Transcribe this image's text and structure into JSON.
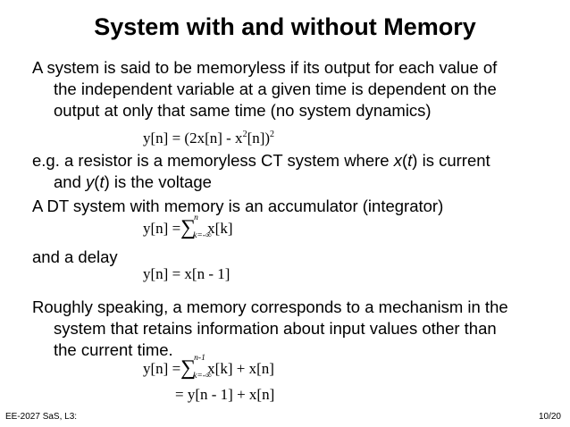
{
  "slide": {
    "title": "System with and without Memory",
    "para1": {
      "lines": [
        "A system is said to be memoryless if its output for each value of",
        "the independent variable at a given time is dependent on the",
        "output at only that same time (no system dynamics)"
      ]
    },
    "eq1": {
      "lhs": "y[n] = (2x[n] - x",
      "sup1": "2",
      "mid": "[n])",
      "sup2": "2"
    },
    "para2": {
      "line1_a": "e.g. a resistor is a memoryless CT system where ",
      "line1_x": "x",
      "line1_b": "(",
      "line1_t": "t",
      "line1_c": ") is current",
      "line2_a": "and ",
      "line2_y": "y",
      "line2_b": "(",
      "line2_t": "t",
      "line2_c": ") is the voltage"
    },
    "para3": {
      "text": "A DT system with memory is an accumulator (integrator)"
    },
    "eq2": {
      "lhs": "y[n] =",
      "sum_upper": "n",
      "sum_lower": "k=-∞",
      "rhs": "x[k]"
    },
    "para4": {
      "text": "and a delay"
    },
    "eq3": {
      "text": "y[n] = x[n - 1]"
    },
    "para5": {
      "lines": [
        "Roughly speaking, a memory corresponds to a mechanism in the",
        "system that retains information about input values other than",
        "the current time."
      ]
    },
    "eq4": {
      "lhs": "y[n] =",
      "sum_upper": "n-1",
      "sum_lower": "k=-∞",
      "rhs": "x[k] + x[n]"
    },
    "eq5": {
      "text": "= y[n - 1] + x[n]"
    },
    "footer": {
      "left": "EE-2027 SaS, L3:",
      "right": "10/20"
    }
  }
}
